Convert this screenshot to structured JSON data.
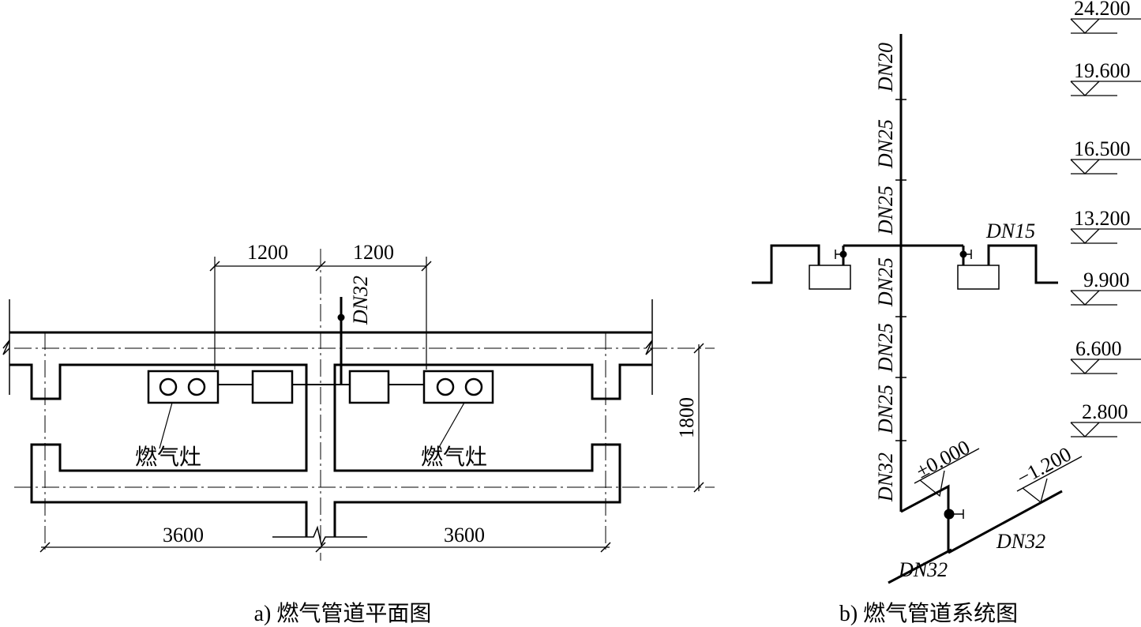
{
  "plan": {
    "dims": {
      "top_left": "1200",
      "top_right": "1200",
      "bottom_left": "3600",
      "bottom_right": "3600",
      "right": "1800"
    },
    "riser_label": "DN32",
    "stove_left": "燃气灶",
    "stove_right": "燃气灶",
    "caption": "a) 燃气管道平面图"
  },
  "system": {
    "segments": [
      "DN20",
      "DN25",
      "DN25",
      "DN25",
      "DN25",
      "DN25",
      "DN32"
    ],
    "branch_label": "DN15",
    "elevations": [
      "24.200",
      "19.600",
      "16.500",
      "13.200",
      "9.900",
      "6.600",
      "2.800"
    ],
    "ground_elev": "±0.000",
    "basement_elev": "−1.200",
    "inlet_left": "DN32",
    "inlet_right": "DN32",
    "caption": "b) 燃气管道系统图"
  }
}
